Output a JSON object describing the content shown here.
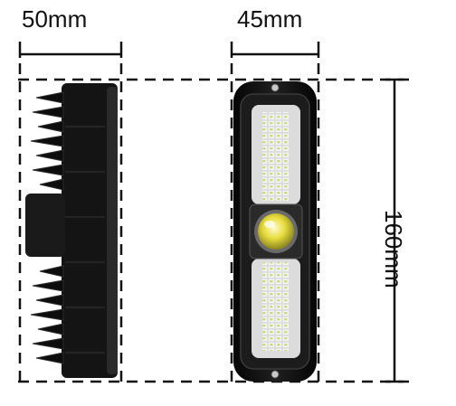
{
  "dimensions": {
    "width_label": "50mm",
    "depth_label": "45mm",
    "height_label": "160mm"
  },
  "colors": {
    "housing": "#141414",
    "housing_edge": "#2a2a2a",
    "led": "#f2f2f2",
    "led_tint": "#b7d46a",
    "lens": "#e8e04a",
    "dash": "#111111"
  }
}
